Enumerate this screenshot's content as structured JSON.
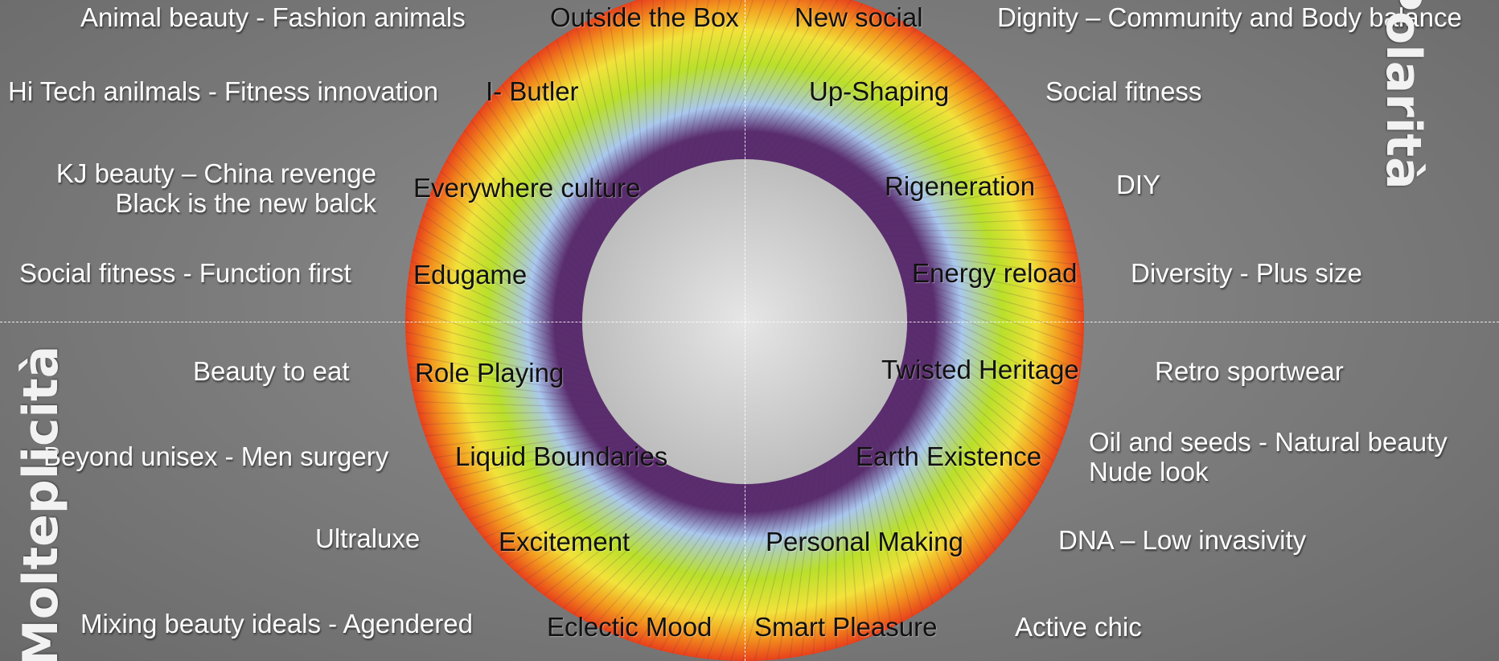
{
  "axis_labels": {
    "top_right": "Polarità",
    "bottom_left": "Molteplicità"
  },
  "outer_labels": {
    "animal_beauty": "Animal beauty - Fashion animals",
    "dignity": "Dignity – Community and Body balance",
    "hi_tech": "Hi Tech anilmals - Fitness innovation",
    "social_fitness_right": "Social fitness",
    "kj_beauty": "KJ beauty – China revenge",
    "black_new": "Black is the new balck",
    "diy": "DIY",
    "social_fitness_left": "Social fitness - Function first",
    "diversity": "Diversity - Plus size",
    "beauty_to_eat": "Beauty to eat",
    "retro": "Retro sportwear",
    "beyond_unisex": "Beyond unisex - Men surgery",
    "oil_seeds": "Oil and seeds - Natural beauty",
    "nude_look": "Nude look",
    "ultraluxe": "Ultraluxe",
    "dna": "DNA – Low invasivity",
    "mixing": "Mixing beauty ideals - Agendered",
    "active_chic": "Active chic"
  },
  "inner_labels": {
    "outside_box": "Outside the Box",
    "new_social": "New social",
    "i_butler": "I- Butler",
    "up_shaping": "Up-Shaping",
    "everywhere": "Everywhere culture",
    "rigeneration": "Rigeneration",
    "edugame": "Edugame",
    "energy_reload": "Energy reload",
    "role_playing": "Role Playing",
    "twisted": "Twisted Heritage",
    "liquid": "Liquid Boundaries",
    "earth": "Earth Existence",
    "excitement": "Excitement",
    "personal_making": "Personal Making",
    "eclectic": "Eclectic Mood",
    "smart_pleasure": "Smart Pleasure"
  },
  "colors": {
    "ring_inner": "#5a2d6e",
    "ring_blue": "#a9c8ee",
    "ring_green": "#b9e02a",
    "ring_yellow": "#f2e23a",
    "ring_orange": "#f39a1e",
    "ring_outer": "#e8401b"
  }
}
